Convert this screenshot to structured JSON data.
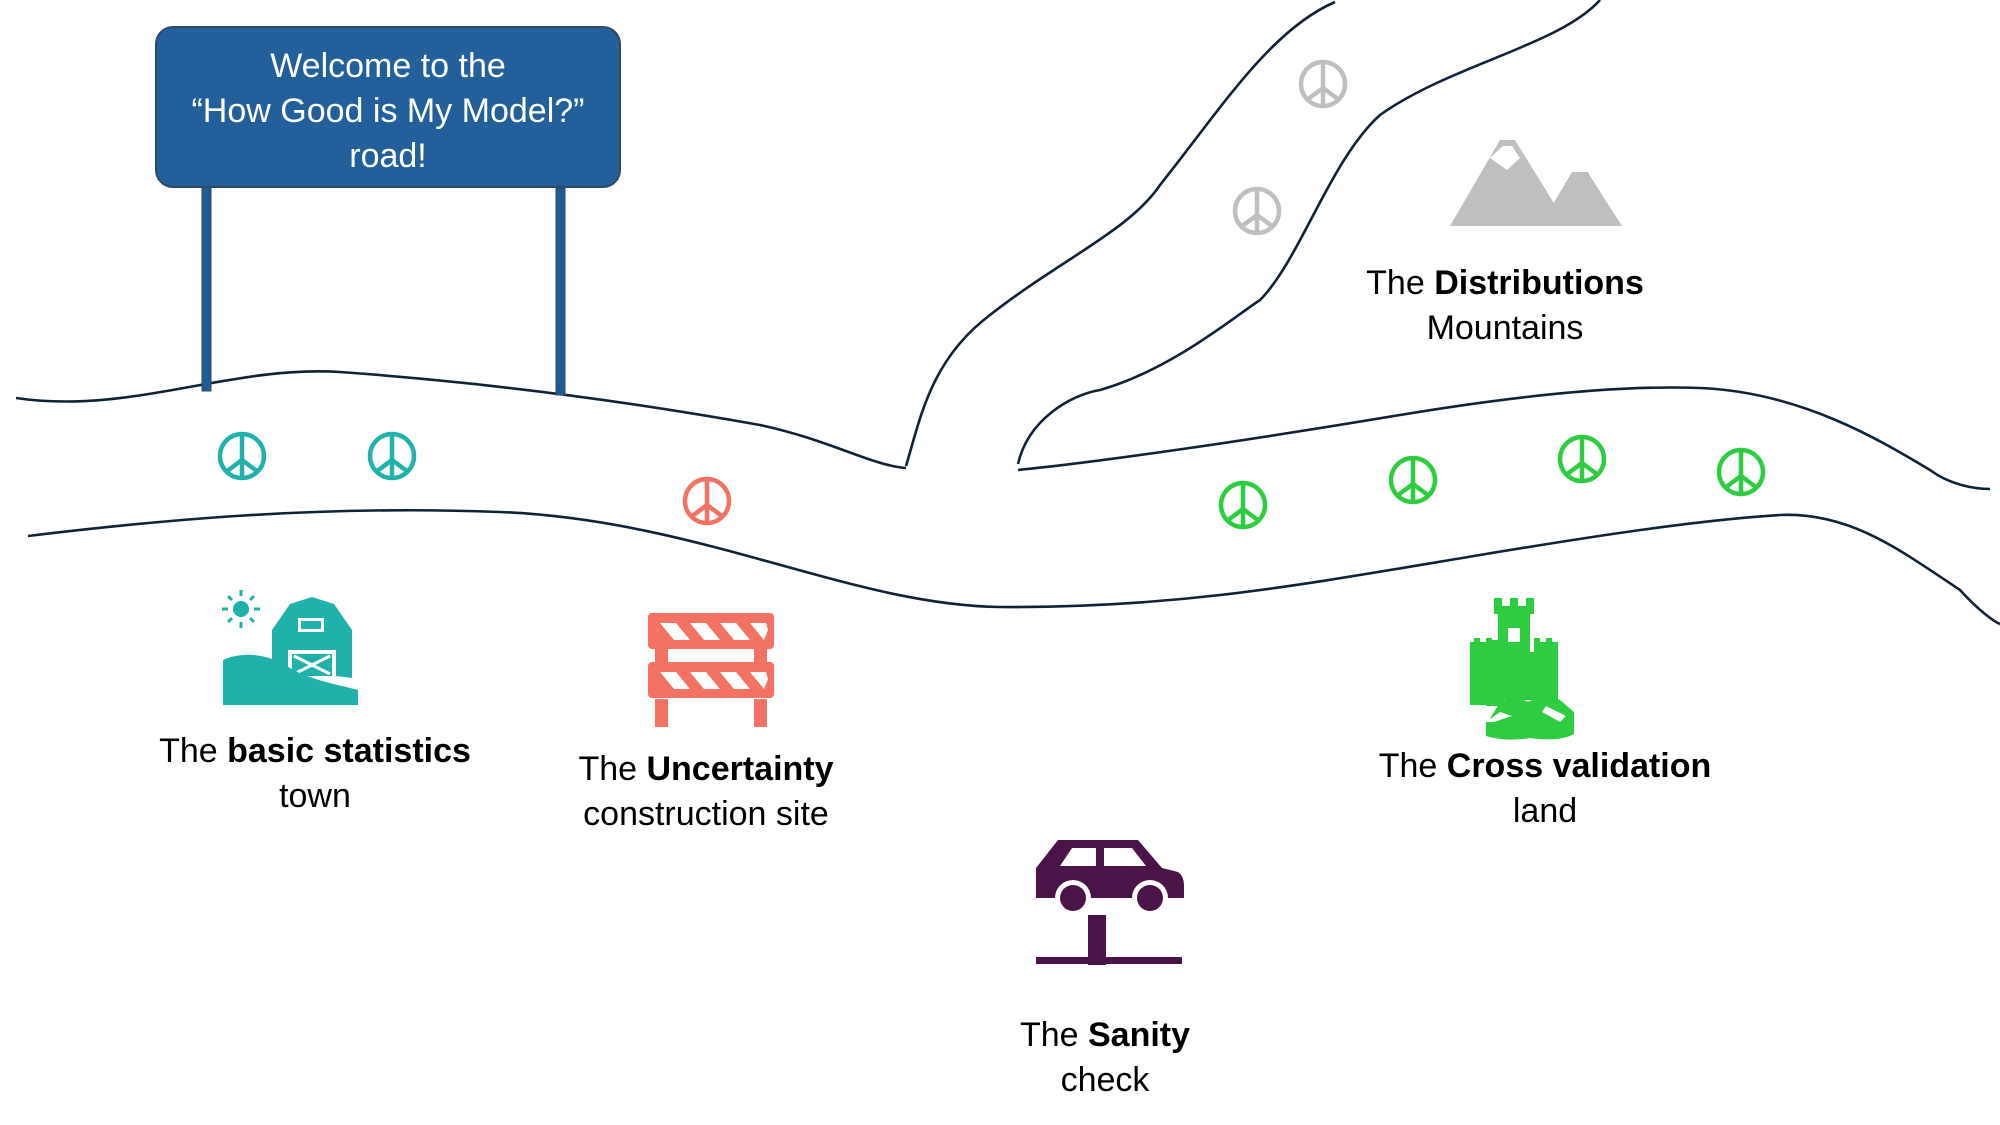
{
  "sign": {
    "line1": "Welcome to the",
    "line2": "“How Good is My Model?”",
    "line3": "road!"
  },
  "stops": {
    "basic_statistics": {
      "prefix": "The ",
      "bold": "basic statistics",
      "line2": "town",
      "icon": "barn-icon",
      "color": "#20b2aa"
    },
    "uncertainty": {
      "prefix": "The ",
      "bold": "Uncertainty",
      "line2": "construction site",
      "icon": "roadblock-icon",
      "color": "#f47264"
    },
    "sanity": {
      "prefix": "The ",
      "bold": "Sanity",
      "line2": "check",
      "icon": "car-lift-icon",
      "color": "#4a1449"
    },
    "cross_validation": {
      "prefix": "The ",
      "bold": "Cross validation",
      "line2": "land",
      "icon": "castle-icon",
      "color": "#2ecc40"
    },
    "distributions": {
      "prefix": "The ",
      "bold": "Distributions",
      "line2": "Mountains",
      "icon": "mountain-icon",
      "color": "#bfbfbf"
    }
  },
  "markers": {
    "icon": "peace-icon",
    "colors": {
      "teal": "#20b2aa",
      "salmon": "#f47264",
      "green": "#2ecc40",
      "gray": "#bfbfbf"
    }
  },
  "road_color": "#0f2236"
}
